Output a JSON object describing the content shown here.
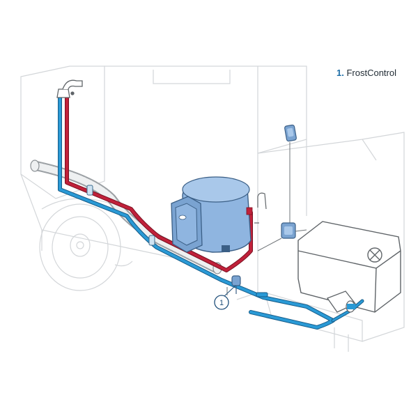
{
  "legend": {
    "number": "1.",
    "label": "FrostControl"
  },
  "callout": {
    "number": "1"
  },
  "colors": {
    "hot_pipe": "#c0213a",
    "cold_pipe": "#2a9ad6",
    "heater_body": "#8fb5e0",
    "vehicle_outline": "#cfd3d6"
  }
}
